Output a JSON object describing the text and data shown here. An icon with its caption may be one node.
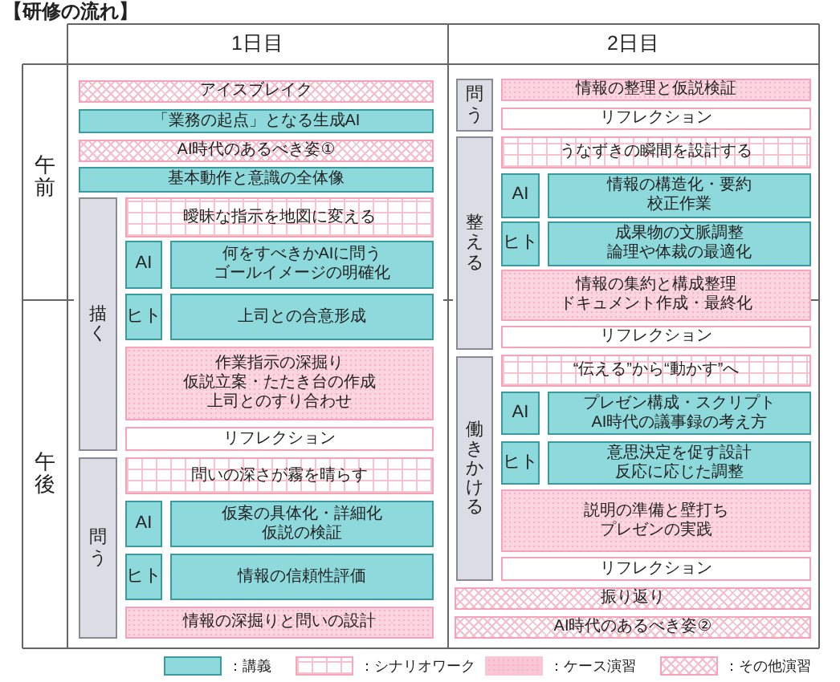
{
  "diagram": {
    "title": "【研修の流れ】",
    "nodes": [
      {
        "text": [
          "アイスブレイク"
        ]
      },
      {
        "text": [
          "「業務の起点」となる生成AI"
        ]
      },
      {
        "text": [
          "AI時代のあるべき姿①"
        ]
      },
      {
        "text": [
          "基本動作と意識の全体像"
        ]
      },
      {
        "text": [
          "描く"
        ]
      },
      {
        "text": [
          "曖昧な指示を地図に変える"
        ]
      },
      {
        "text": [
          "AI"
        ]
      },
      {
        "text": [
          "何をすべきかAIに問うゴールイメージの明確化"
        ]
      },
      {
        "text": [
          "ヒト"
        ]
      },
      {
        "text": [
          "上司との合意形成"
        ]
      },
      {
        "text": [
          "作業指示の深掘り仮説立案・たたき台の作成上司とのすり合わせ"
        ]
      },
      {
        "text": [
          "リフレクション"
        ]
      },
      {
        "text": [
          "問う"
        ]
      },
      {
        "text": [
          "問いの深さが霧を晴らす"
        ]
      },
      {
        "text": [
          "AI"
        ]
      },
      {
        "text": [
          "仮案の具体化・詳細化仮説の検証"
        ]
      },
      {
        "text": [
          "ヒト"
        ]
      },
      {
        "text": [
          "情報の信頼性評価"
        ]
      },
      {
        "text": [
          "情報の深掘りと問いの設計"
        ]
      },
      {
        "text": [
          "問う"
        ]
      },
      {
        "text": [
          "情報の整理と仮説検証"
        ]
      },
      {
        "text": [
          "リフレクション"
        ]
      },
      {
        "text": [
          "整える"
        ]
      },
      {
        "text": [
          "うなずきの瞬間を設計する"
        ]
      },
      {
        "text": [
          "AI"
        ]
      },
      {
        "text": [
          "情報の構造化・要約校正作業"
        ]
      },
      {
        "text": [
          "ヒト"
        ]
      },
      {
        "text": [
          "成果物の文脈調整論理や体裁の最適化"
        ]
      },
      {
        "text": [
          "情報の集約と構成整理ドキュメント作成・最終化"
        ]
      },
      {
        "text": [
          "リフレクション"
        ]
      },
      {
        "text": [
          "働きかける"
        ]
      },
      {
        "text": [
          "“伝える”から“動かす”へ"
        ]
      },
      {
        "text": [
          "AI"
        ]
      },
      {
        "text": [
          "プレゼン構成・スクリプトAI時代の議事録の考え方"
        ]
      },
      {
        "text": [
          "ヒト"
        ]
      },
      {
        "text": [
          "意思決定を促す設計反応に応じた調整"
        ]
      },
      {
        "text": [
          "説明の準備と壁打ちプレゼンの実践"
        ]
      },
      {
        "text": [
          "リフレクション"
        ]
      },
      {
        "text": [
          "振り返り"
        ]
      },
      {
        "text": [
          "AI時代のあるべき姿②"
        ]
      }
    ],
    "labels": [
      "1日目",
      "2日目",
      "午前",
      "午後"
    ],
    "legend": [
      {
        "text": "：講義",
        "color": "#8dd9dc"
      },
      {
        "text": "：シナリオワーク",
        "color": "#f7a8bb"
      },
      {
        "text": "：ケース演習",
        "color": "#f9c6d3"
      },
      {
        "text": "：その他演習",
        "color": "#f4a3b8"
      }
    ]
  }
}
